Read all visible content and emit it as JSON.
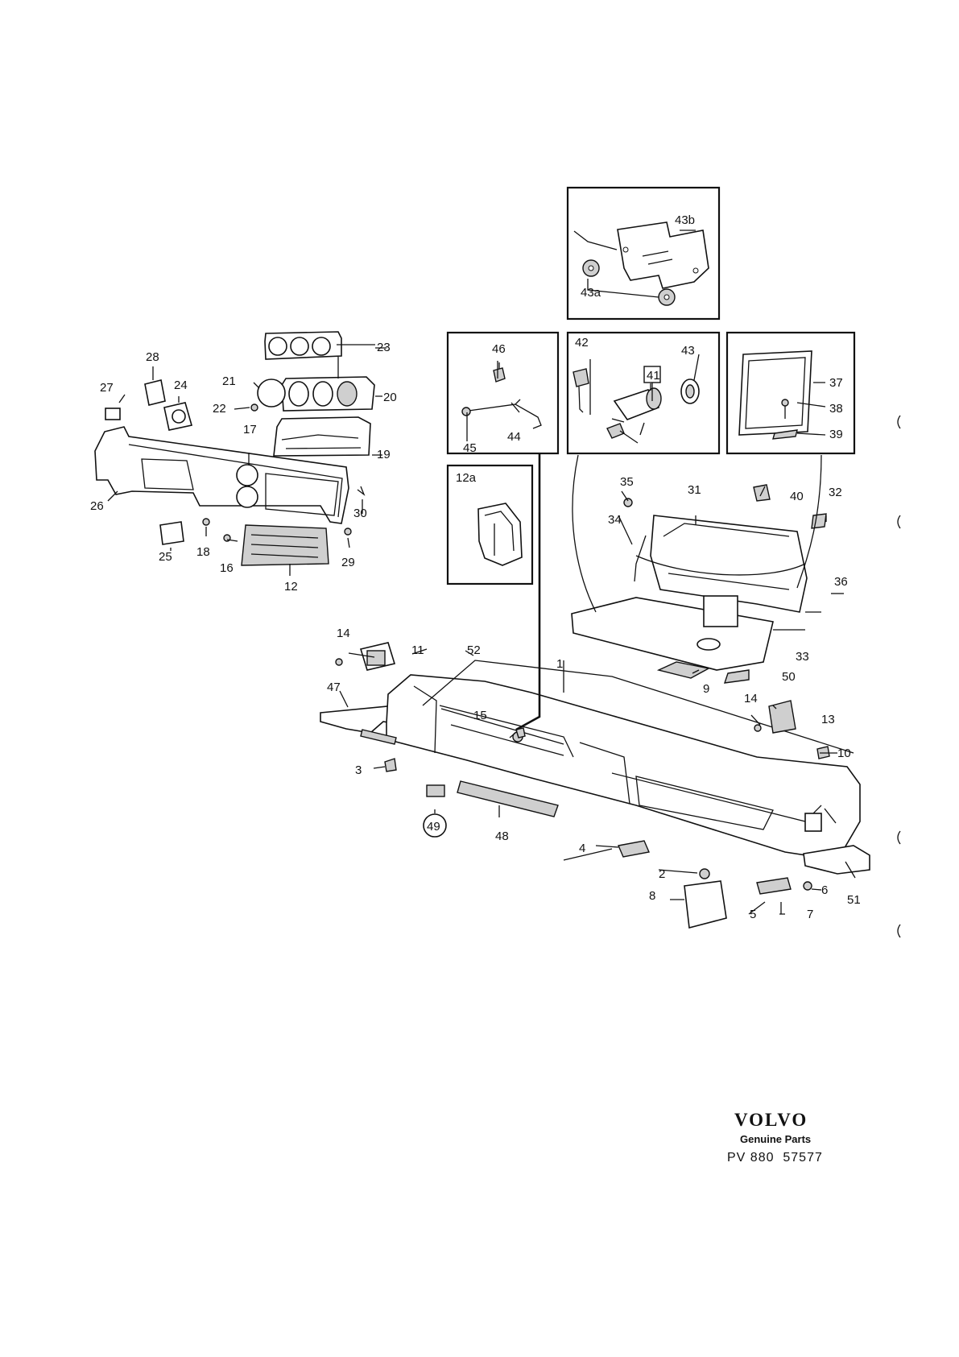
{
  "callouts": [
    "1",
    "2",
    "3",
    "4",
    "5",
    "6",
    "7",
    "8",
    "9",
    "10",
    "11",
    "12",
    "12a",
    "13",
    "14",
    "14",
    "15",
    "16",
    "17",
    "18",
    "19",
    "20",
    "21",
    "22",
    "23",
    "24",
    "25",
    "26",
    "27",
    "28",
    "29",
    "30",
    "31",
    "32",
    "33",
    "34",
    "35",
    "36",
    "37",
    "38",
    "39",
    "40",
    "41",
    "42",
    "43",
    "43a",
    "43b",
    "44",
    "45",
    "46",
    "47",
    "48",
    "49",
    "50",
    "51",
    "52"
  ],
  "footer": {
    "brand": "VOLVO",
    "subtitle": "Genuine Parts",
    "reference": "PV 880  57577"
  }
}
